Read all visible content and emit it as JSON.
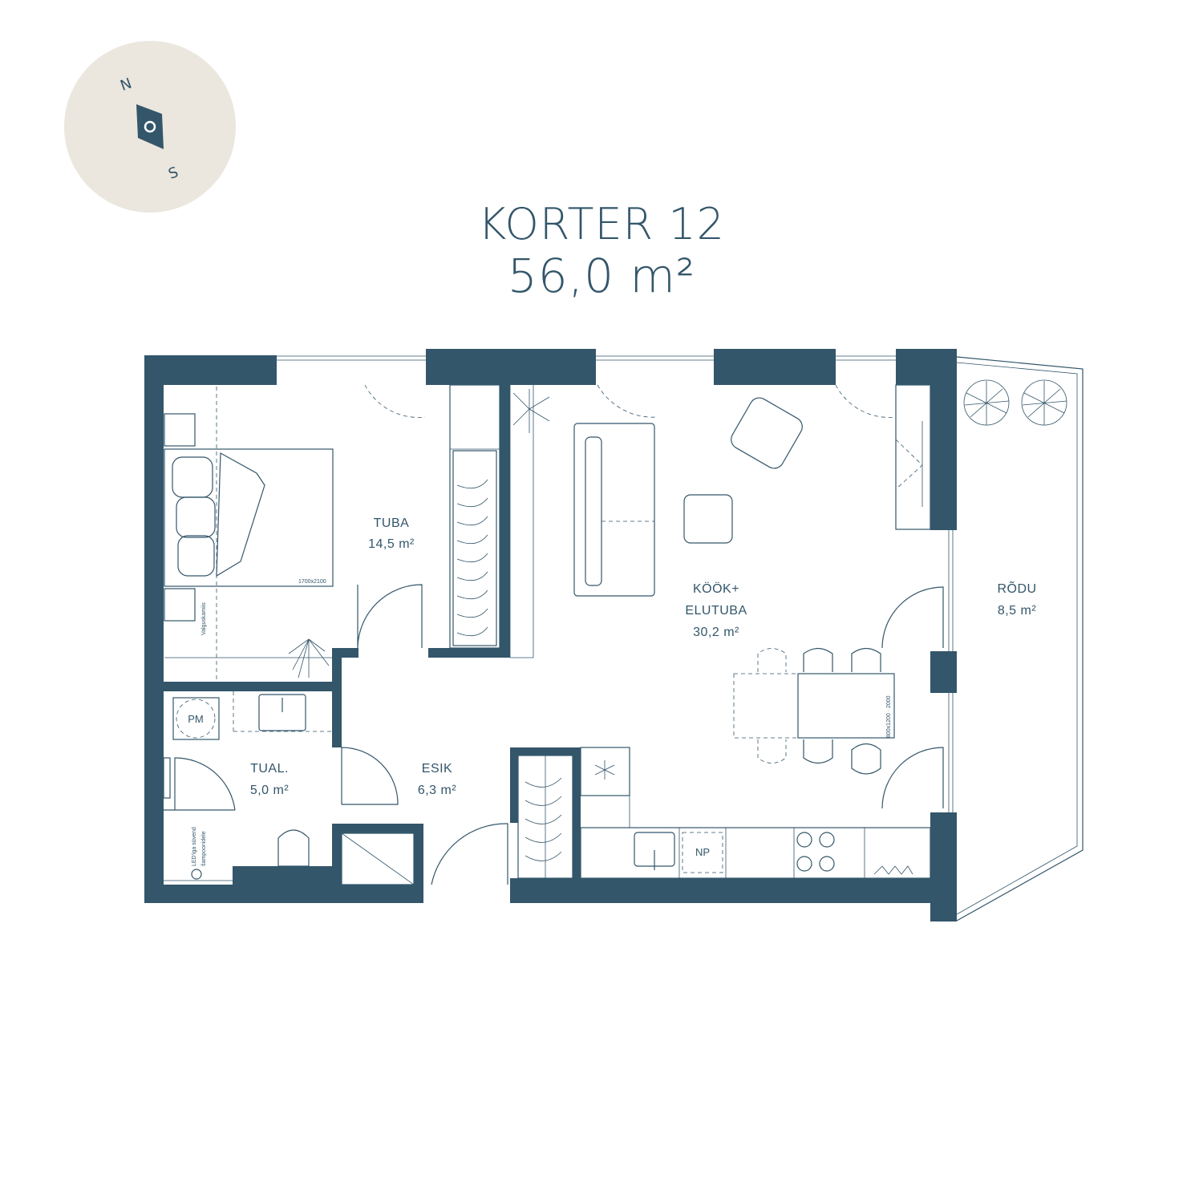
{
  "header": {
    "title": "KORTER 12",
    "area": "56,0 m²"
  },
  "compass": {
    "north": "N",
    "south": "S",
    "background_color": "#ebe6de",
    "icon": "compass-icon"
  },
  "colors": {
    "wall": "#33566a",
    "background": "#ffffff"
  },
  "rooms": {
    "tuba": {
      "name": "TUBA",
      "area": "14,5 m²"
    },
    "kook": {
      "name_line1": "KÖÖK+",
      "name_line2": "ELUTUBA",
      "area": "30,2 m²"
    },
    "rodu": {
      "name": "RÕDU",
      "area": "8,5 m²"
    },
    "tual": {
      "name": "TUAL.",
      "area": "5,0 m²"
    },
    "esik": {
      "name": "ESIK",
      "area": "6,3 m²"
    }
  },
  "annotations": {
    "bed_size": "1700x2100",
    "table_size": "800x1200 · 2000",
    "valguskamis": "Valguskamiis",
    "led_line1": "LED'iga süvend",
    "led_line2": "šampoonidele",
    "pm": "PM",
    "np": "NP",
    "freezer_icon": "snowflake-icon"
  }
}
